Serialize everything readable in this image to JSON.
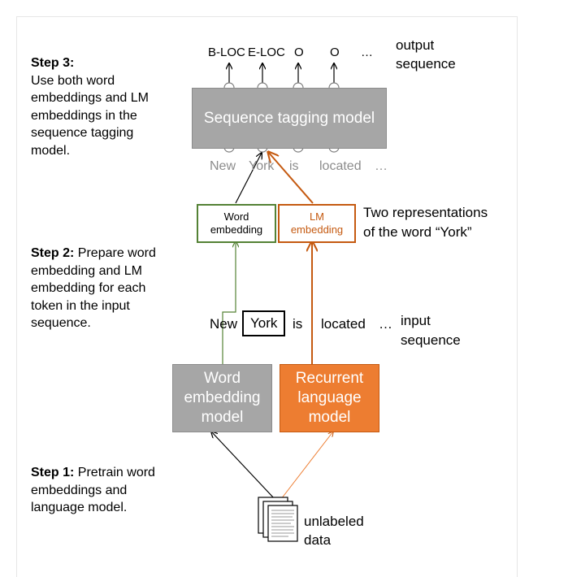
{
  "step3": {
    "title": "Step 3:",
    "lines": [
      "Use both word",
      "embeddings and LM",
      "embeddings in the",
      "sequence tagging",
      "model."
    ]
  },
  "step2": {
    "title": "Step 2:",
    "lines": [
      " Prepare word",
      "embedding and LM",
      "embedding for each",
      "token in the input",
      "sequence."
    ]
  },
  "step1": {
    "title": "Step 1:",
    "lines": [
      " Pretrain word",
      "embeddings and",
      "language model."
    ]
  },
  "output_tags": [
    "B-LOC",
    "E-LOC",
    "O",
    "O",
    "…"
  ],
  "output_label": [
    "output",
    "sequence"
  ],
  "tagger_label": "Sequence tagging model",
  "tagger_input_tokens": [
    "New",
    "York",
    "is",
    "located",
    "…"
  ],
  "word_embedding_box": [
    "Word",
    "embedding"
  ],
  "lm_embedding_box": [
    "LM",
    "embedding"
  ],
  "two_repr_label": [
    "Two representations",
    "of the word “York”"
  ],
  "input_tokens": [
    "New",
    "York",
    "is",
    "located",
    "…"
  ],
  "input_label": [
    "input",
    "sequence"
  ],
  "word_model": [
    "Word",
    "embedding",
    "model"
  ],
  "lm_model": [
    "Recurrent",
    "language",
    "model"
  ],
  "unlabeled_label": [
    "unlabeled",
    "data"
  ],
  "colors": {
    "grey": "#a6a6a6",
    "orange": "#ed7d31",
    "green": "#548235",
    "dark_orange": "#c55a11"
  }
}
